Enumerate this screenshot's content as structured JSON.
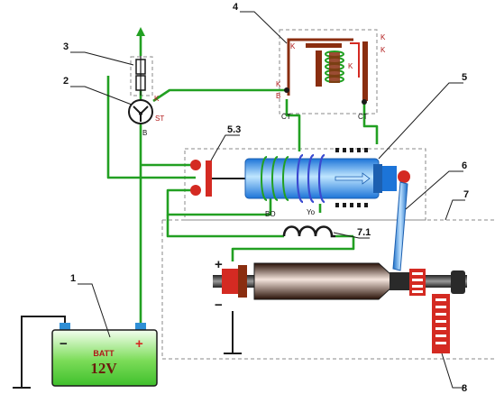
{
  "callouts": {
    "c1": "1",
    "c2": "2",
    "c3": "3",
    "c4": "4",
    "c5": "5",
    "c53": "5.3",
    "c6": "6",
    "c7": "7",
    "c71": "7.1",
    "c8": "8"
  },
  "battery": {
    "label": "BATT",
    "voltage": "12V",
    "minus": "−",
    "plus": "+"
  },
  "switch": {
    "term_k": "K",
    "term_st": "ST",
    "term_b": "B"
  },
  "relay": {
    "k_top": "K",
    "k_coil": "K",
    "b": "B",
    "k_left": "K",
    "ct_left": "CT",
    "ct_right": "CT",
    "k_right_top": "K",
    "k_right_bottom": "K"
  },
  "solenoid": {
    "winding_bo": "BO",
    "winding_yo": "Yo"
  },
  "motor": {
    "plus": "+",
    "minus": "−"
  },
  "colors": {
    "wire": "#22a022",
    "dark": "#1a1a1a",
    "red": "#d42a22",
    "coil_blue": "#3a4ad0",
    "relay_brown": "#8a2e10"
  }
}
